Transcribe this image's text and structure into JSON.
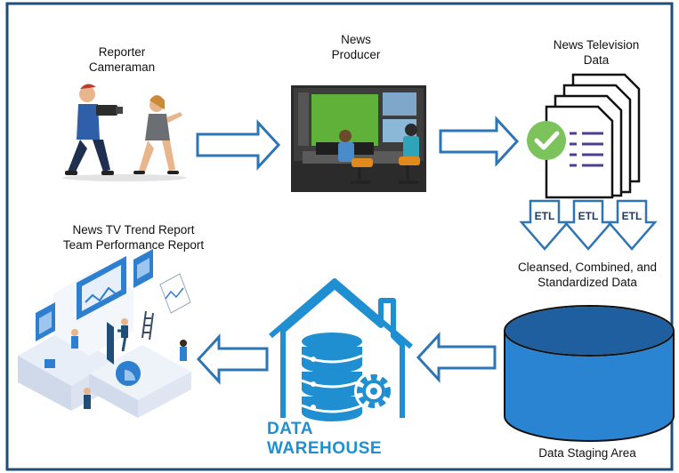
{
  "nodes": {
    "reporter": {
      "lines": [
        "Reporter",
        "Cameraman"
      ]
    },
    "producer": {
      "lines": [
        "News",
        "Producer"
      ]
    },
    "tv_data": {
      "lines": [
        "News Television",
        "Data"
      ]
    },
    "etl": {
      "label": "ETL"
    },
    "cleansed": {
      "lines": [
        "Cleansed, Combined, and",
        "Standardized Data"
      ]
    },
    "staging": {
      "label": "Data Staging Area"
    },
    "warehouse": {
      "label": "DATA WAREHOUSE"
    },
    "reports": {
      "lines": [
        "News TV Trend Report",
        "Team Performance Report"
      ]
    }
  },
  "colors": {
    "frame": "#1f4e79",
    "arrow_stroke": "#2e75b6",
    "cylinder_top": "#1f5f9f",
    "cylinder_body": "#2a84d2",
    "warehouse_blue": "#1f8fd1",
    "check_green": "#7cc35b"
  },
  "icons": [
    "reporter-cameraman-illustration",
    "producer-studio-illustration",
    "document-stack-icon",
    "checkmark-icon",
    "database-cylinder-icon",
    "warehouse-house-icon",
    "gear-icon",
    "report-dashboard-illustration"
  ]
}
